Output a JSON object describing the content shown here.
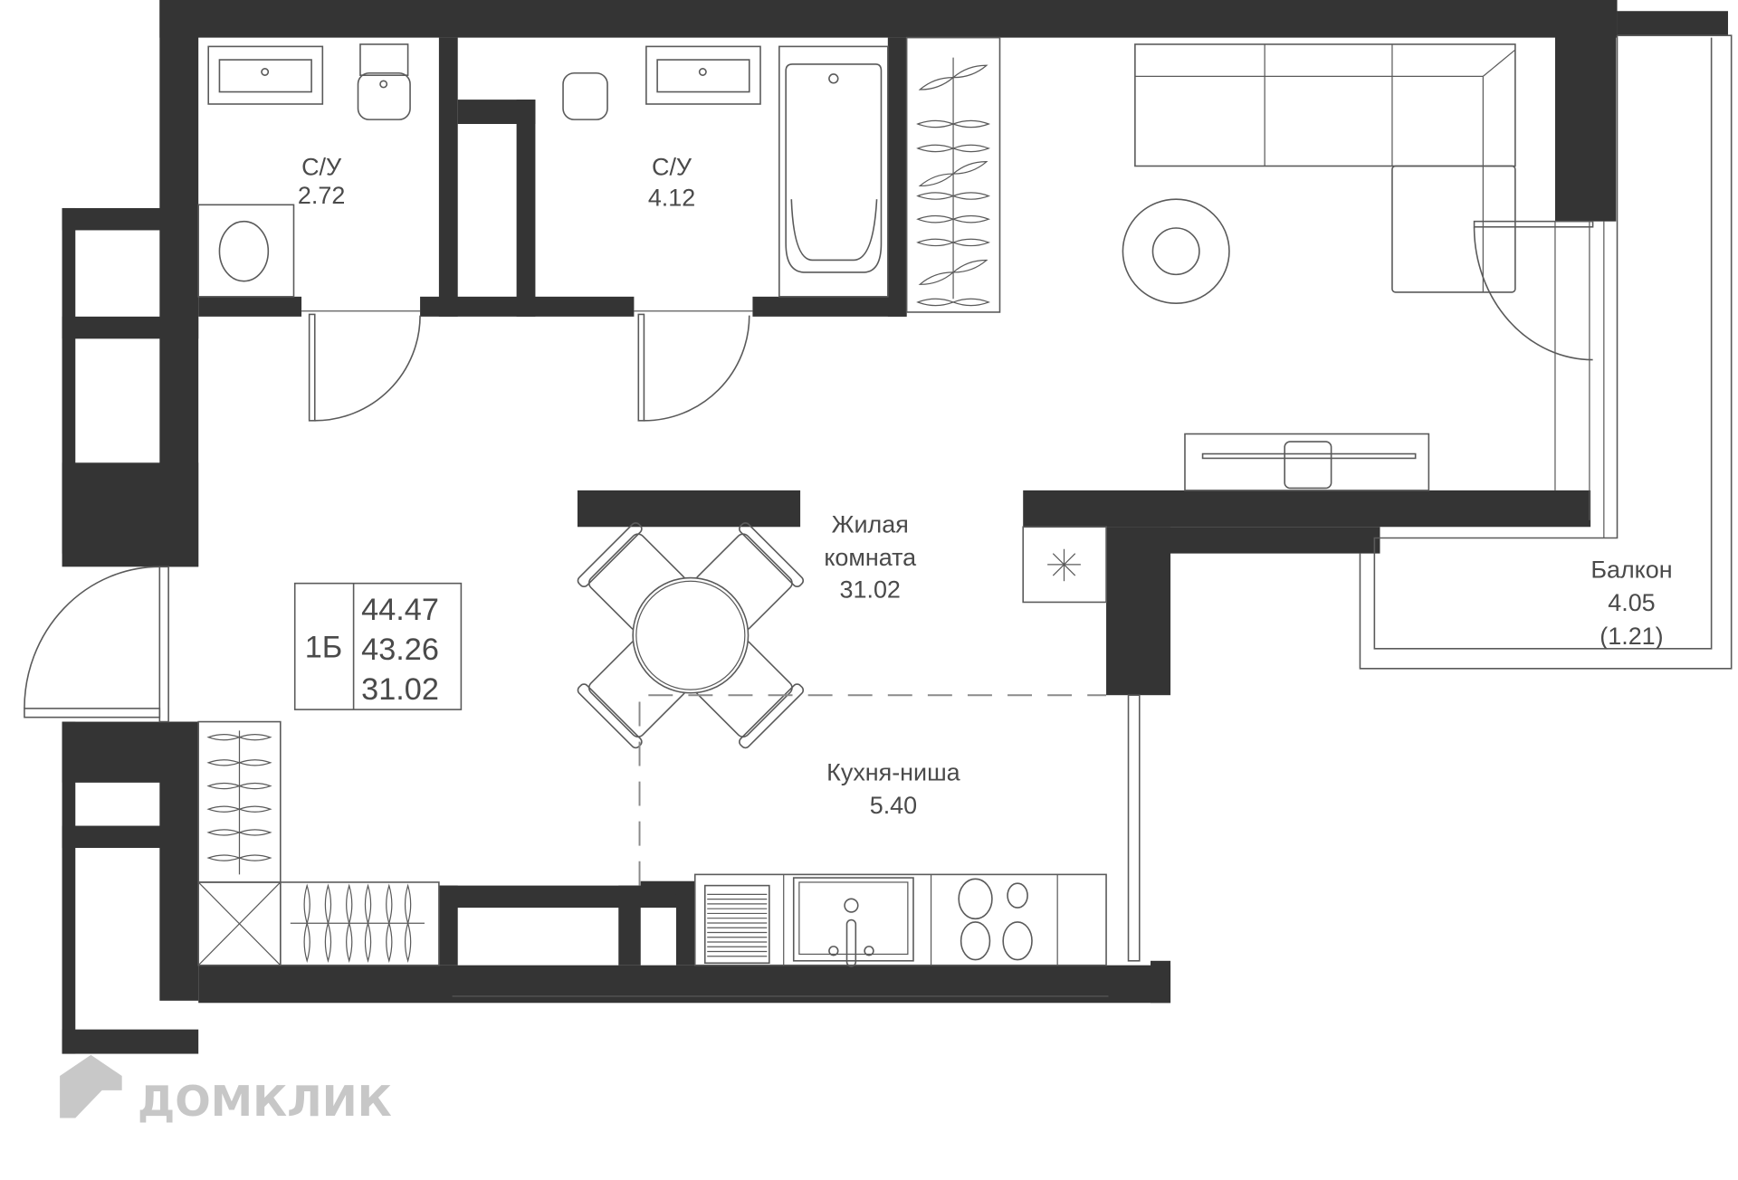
{
  "plan": {
    "rooms": [
      {
        "id": "bathroom-1",
        "name": "С/У",
        "area": "2.72"
      },
      {
        "id": "bathroom-2",
        "name": "С/У",
        "area": "4.12"
      },
      {
        "id": "living-room",
        "name_line1": "Жилая",
        "name_line2": "комната",
        "area": "31.02"
      },
      {
        "id": "kitchen-niche",
        "name": "Кухня-ниша",
        "area": "5.40"
      },
      {
        "id": "balcony",
        "name": "Балкон",
        "area": "4.05",
        "reduced_area": "(1.21)"
      }
    ],
    "info_box": {
      "type": "1Б",
      "total_area": "44.47",
      "living_total_area": "43.26",
      "living_area": "31.02"
    },
    "watermark": "ДОМКЛИК"
  },
  "colors": {
    "wall": "#343434",
    "line": "#5a5a5a",
    "text": "#4a4a4a"
  }
}
